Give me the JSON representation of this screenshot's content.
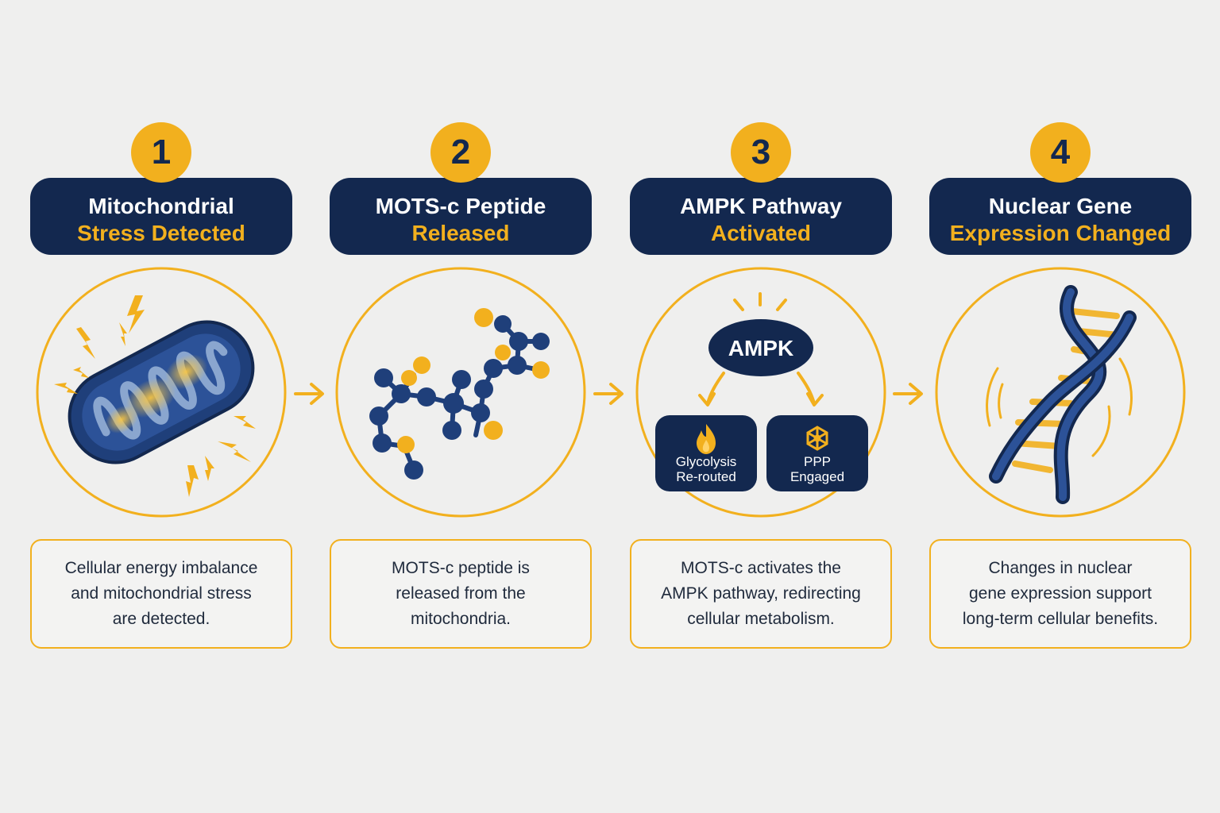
{
  "steps": [
    {
      "number": "1",
      "title_line1": "Mitochondrial",
      "title_line2": "Stress Detected",
      "description": "Cellular energy imbalance\nand mitochondrial stress\nare detected."
    },
    {
      "number": "2",
      "title_line1": "MOTS-c Peptide",
      "title_line2": "Released",
      "description": "MOTS-c peptide is\nreleased from the\nmitochondria."
    },
    {
      "number": "3",
      "title_line1": "AMPK Pathway",
      "title_line2": "Activated",
      "description": "MOTS-c activates the\nAMPK pathway, redirecting\ncellular metabolism.",
      "ampk_label": "AMPK",
      "branch_left": {
        "line1": "Glycolysis",
        "line2": "Re-routed",
        "icon": "flame-icon"
      },
      "branch_right": {
        "line1": "PPP",
        "line2": "Engaged",
        "icon": "hexagon-network-icon"
      }
    },
    {
      "number": "4",
      "title_line1": "Nuclear Gene",
      "title_line2": "Expression Changed",
      "description": "Changes in nuclear\ngene expression support\nlong-term cellular benefits."
    }
  ],
  "colors": {
    "navy": "#13284f",
    "gold": "#f2b01e",
    "background": "#efefee",
    "text": "#1f2a3c"
  },
  "icons": [
    "mitochondrion-icon",
    "peptide-molecule-icon",
    "ampk-pathway-icon",
    "dna-helix-icon",
    "arrow-right-icon"
  ]
}
